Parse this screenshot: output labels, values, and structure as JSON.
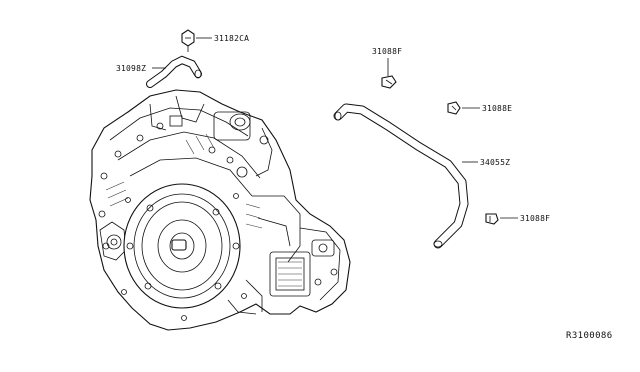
{
  "labels": {
    "part_31182ca": "31182CA",
    "part_31098z": "31098Z",
    "part_31088f_top": "31088F",
    "part_31088e": "31088E",
    "part_34055z": "34055Z",
    "part_31088f_right": "31088F"
  },
  "reference_code": "R3100086"
}
